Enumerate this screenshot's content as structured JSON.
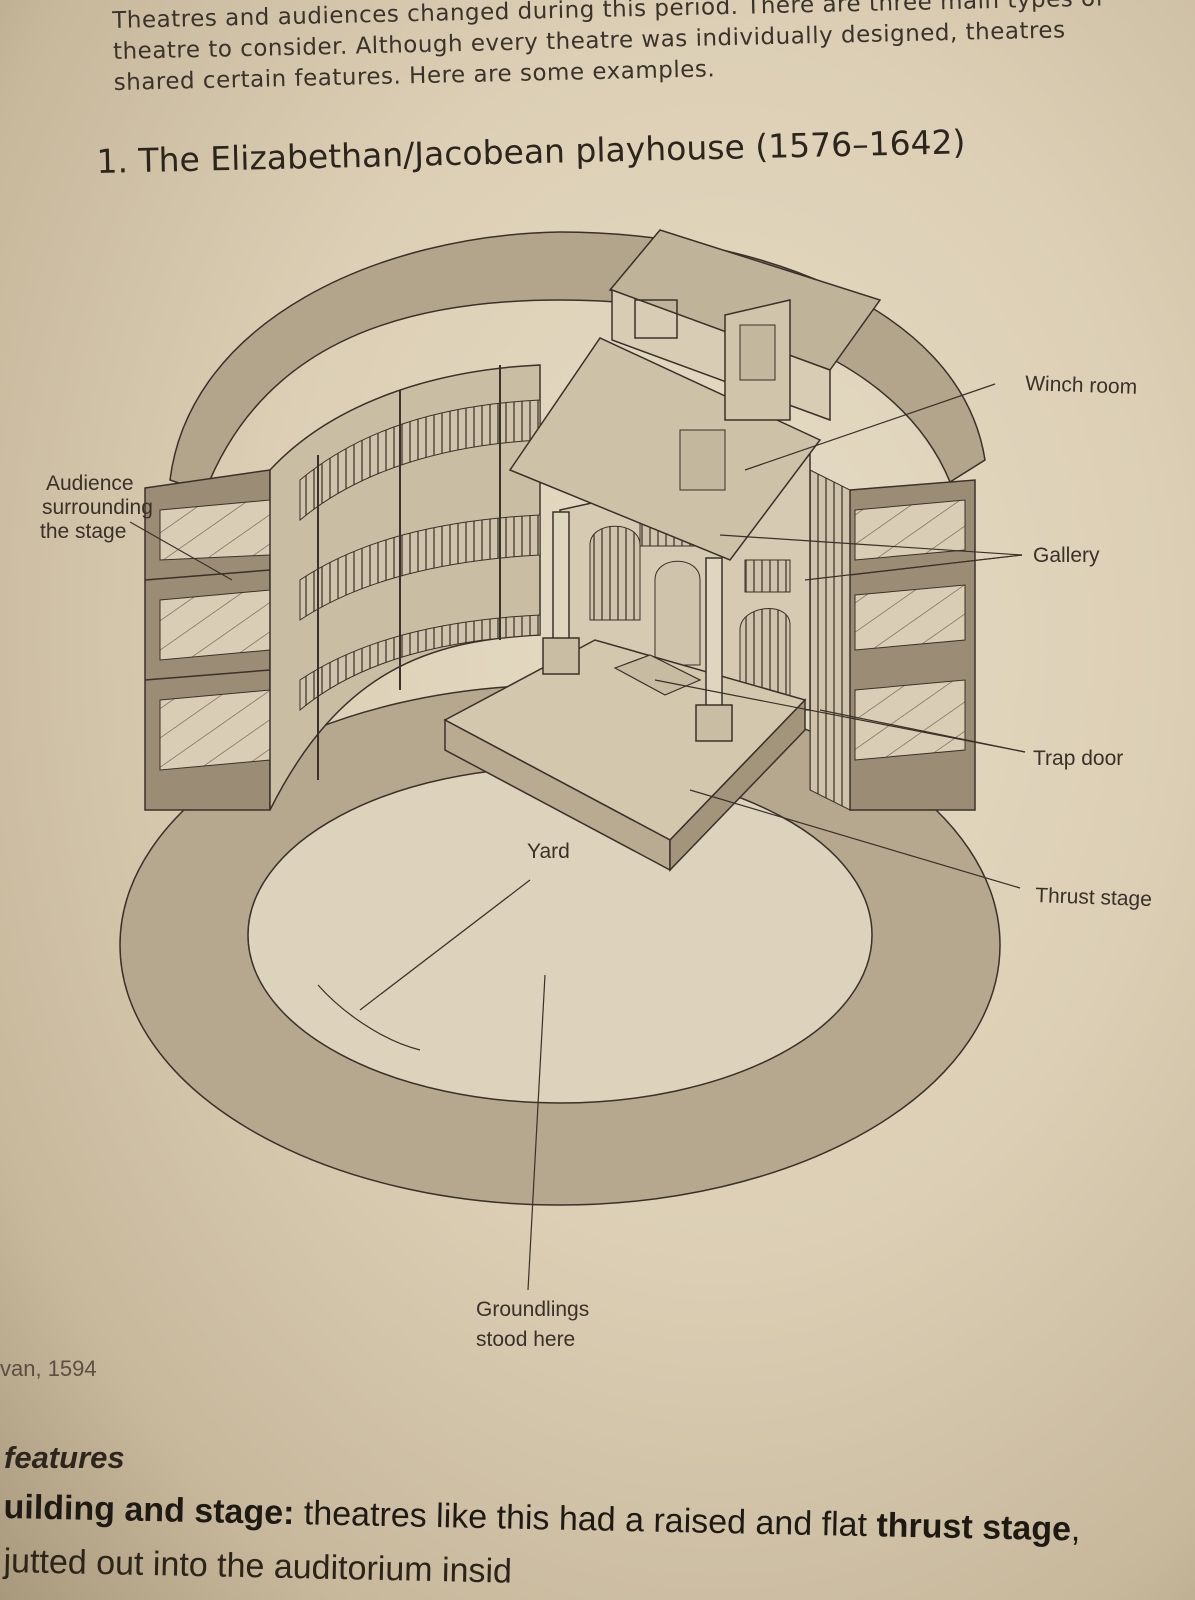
{
  "intro": "Theatres and audiences changed during this period. There are three main types of theatre to consider. Although every theatre was individually designed, theatres shared certain features. Here are some examples.",
  "heading": "1. The Elizabethan/Jacobean playhouse (1576–1642)",
  "labels": {
    "audience_1": "Audience",
    "audience_2": "surrounding",
    "audience_3": "the stage",
    "winch_room": "Winch room",
    "gallery": "Gallery",
    "trap_door": "Trap door",
    "thrust_stage": "Thrust stage",
    "yard": "Yard",
    "groundlings_1": "Groundlings",
    "groundlings_2": "stood here"
  },
  "credit": "van, 1594",
  "features_heading": "features",
  "body": {
    "line1_bold": "uilding and stage:",
    "line1_text": " theatres like this had a raised and flat ",
    "line1_bold2": "thrust stage",
    "line1_end": ",",
    "line2_text": "jutted out into the auditorium insid"
  },
  "colors": {
    "ink": "#3a3128",
    "tier_shade": "#a3957c",
    "tier_light": "#d8ccb4",
    "ground": "#cbbfa6",
    "yard": "#ddd2bb"
  }
}
